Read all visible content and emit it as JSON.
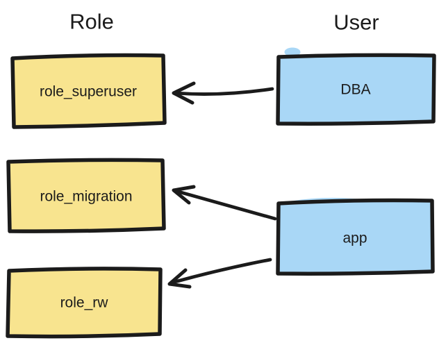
{
  "diagram": {
    "headings": {
      "left": "Role",
      "right": "User"
    },
    "nodes": [
      {
        "id": "role_superuser",
        "label": "role_superuser",
        "type": "role"
      },
      {
        "id": "role_migration",
        "label": "role_migration",
        "type": "role"
      },
      {
        "id": "role_rw",
        "label": "role_rw",
        "type": "role"
      },
      {
        "id": "dba",
        "label": "DBA",
        "type": "user"
      },
      {
        "id": "app",
        "label": "app",
        "type": "user"
      }
    ],
    "edges": [
      {
        "from": "DBA",
        "to": "role_superuser"
      },
      {
        "from": "app",
        "to": "role_migration"
      },
      {
        "from": "app",
        "to": "role_rw"
      }
    ],
    "colors": {
      "role_fill": "#F8E48F",
      "user_fill": "#A9D7F6",
      "stroke": "#1B1B1B",
      "background": "#FFFFFF"
    }
  }
}
